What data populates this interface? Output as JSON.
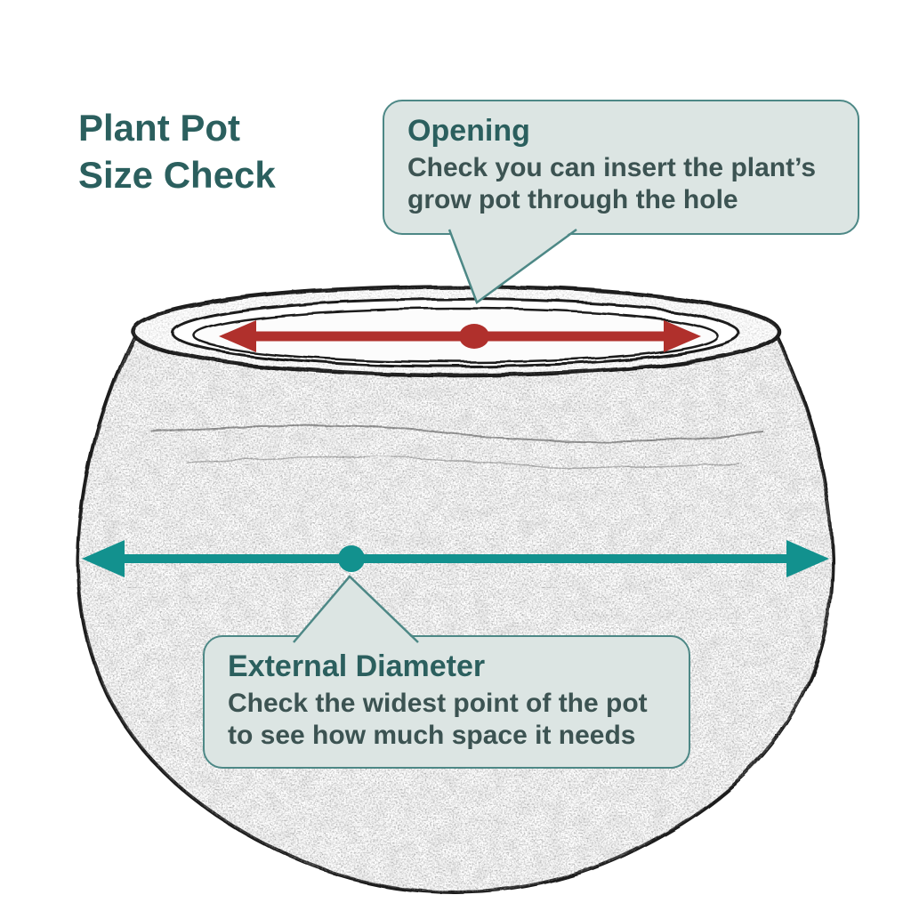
{
  "title": {
    "line1": "Plant Pot",
    "line2": "Size Check"
  },
  "callouts": {
    "opening": {
      "heading": "Opening",
      "body": "Check you can insert the plant’s grow pot through the hole"
    },
    "external": {
      "heading": "External Diameter",
      "body": "Check the widest point of the pot to see how much space it needs"
    }
  },
  "diagram": {
    "subject": "hand-sketched round plant pot, front view",
    "annotations": [
      {
        "name": "opening-diameter",
        "style": "double-headed arrow across pot opening with midpoint dot",
        "color": "#b0302c",
        "linked_callout": "opening"
      },
      {
        "name": "external-diameter",
        "style": "double-headed arrow across widest point of pot with midpoint dot",
        "color": "#12918e",
        "linked_callout": "external"
      }
    ]
  },
  "colors": {
    "background": "#ffffff",
    "heading_teal": "#2b5f5e",
    "body_text": "#3c5352",
    "callout_fill": "#dce5e3",
    "callout_border": "#4d8886",
    "opening_arrow_red": "#b0302c",
    "external_arrow_teal": "#12918e",
    "sketch_ink": "#1a1a1a"
  }
}
